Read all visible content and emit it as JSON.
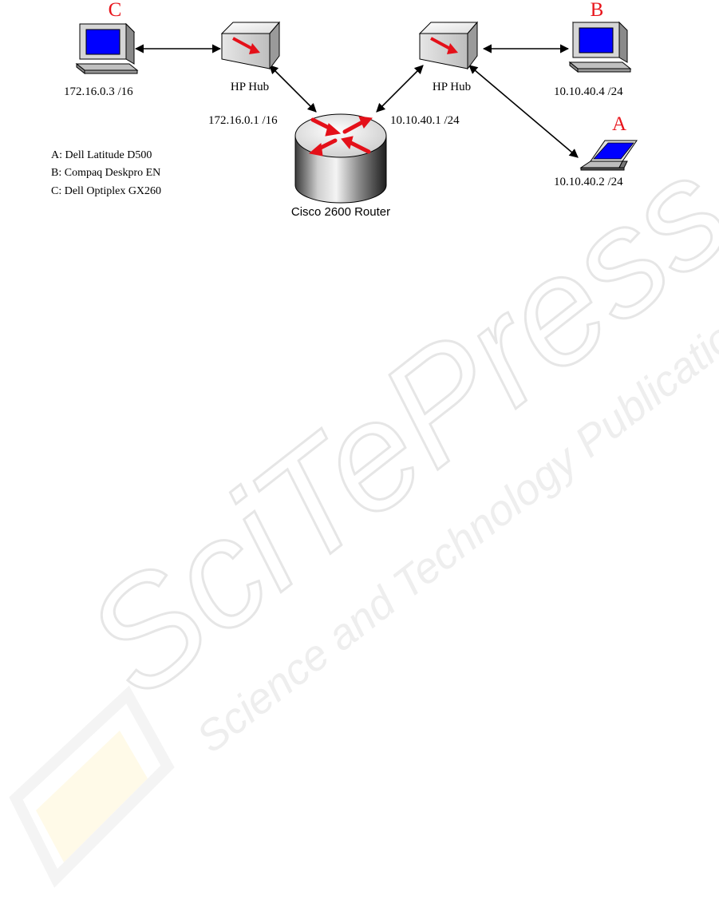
{
  "colors": {
    "label_red": "#e8141b",
    "arrow_red": "#e41019",
    "screen_blue": "#0000ff",
    "watermark_gray": "#eeeeee",
    "watermark_yellow": "#fff3c4"
  },
  "icons": {
    "computer": "desktop-computer-icon",
    "hub": "network-hub-icon",
    "router": "router-icon",
    "laptop": "laptop-icon"
  },
  "devices": {
    "pc_c": {
      "letter": "C",
      "ip": "172.16.0.3 /16"
    },
    "pc_b": {
      "letter": "B",
      "ip": "10.10.40.4 /24"
    },
    "laptop_a": {
      "letter": "A",
      "ip": "10.10.40.2 /24"
    },
    "hub_left": {
      "label": "HP Hub"
    },
    "hub_right": {
      "label": "HP Hub"
    },
    "router": {
      "label": "Cisco 2600 Router",
      "ip_left": "172.16.0.1 /16",
      "ip_right": "10.10.40.1 /24"
    }
  },
  "legend": [
    "A: Dell Latitude D500",
    "B: Compaq Deskpro EN",
    "C: Dell Optiplex GX260"
  ],
  "watermark": {
    "logo": "SciTePress",
    "tagline": "Science and Technology Publications"
  }
}
